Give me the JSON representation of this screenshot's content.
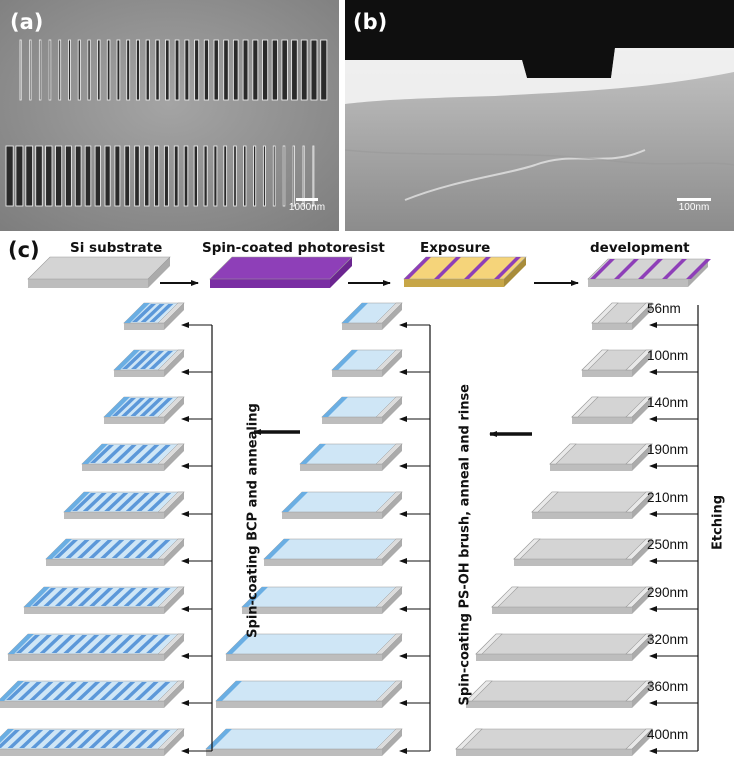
{
  "panels": {
    "a": {
      "label": "(a)",
      "scale_bar": "1000nm"
    },
    "b": {
      "label": "(b)",
      "scale_bar": "100nm"
    },
    "c": {
      "label": "(c)"
    }
  },
  "process_steps": [
    "Si substrate",
    "Spin-coated photoresist",
    "Exposure",
    "development"
  ],
  "trench_depths": [
    "56nm",
    "100nm",
    "140nm",
    "190nm",
    "210nm",
    "250nm",
    "290nm",
    "320nm",
    "360nm",
    "400nm"
  ],
  "side_labels": {
    "etching": "Etching",
    "brush": "Spin-coating PS-OH brush, anneal and rinse",
    "bcp": "Spin-coating BCP and annealing"
  },
  "colors": {
    "substrate_top": "#d4d4d4",
    "substrate_side": "#ababab",
    "photoresist": "#8e3fb8",
    "exposed": "#f5d47a",
    "brush_fill": "#cfe6f6",
    "wall_blue": "#6aaee3",
    "bcp_stripe": "#4f8fd6"
  }
}
